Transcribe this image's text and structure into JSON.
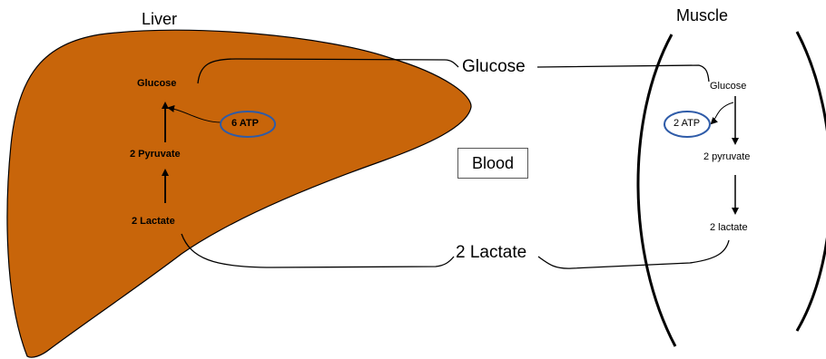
{
  "liver": {
    "title": "Liver",
    "glucose": "Glucose",
    "atp": "6 ATP",
    "pyruvate": "2  Pyruvate",
    "lactate": "2 Lactate"
  },
  "muscle": {
    "title": "Muscle",
    "glucose": "Glucose",
    "atp": "2 ATP",
    "pyruvate": "2 pyruvate",
    "lactate": "2 lactate"
  },
  "blood": {
    "label": "Blood",
    "glucose": "Glucose",
    "lactate": "2 Lactate"
  },
  "colors": {
    "liver_fill": "#C8650A",
    "atp_oval_stroke": "#2E5BA8"
  }
}
